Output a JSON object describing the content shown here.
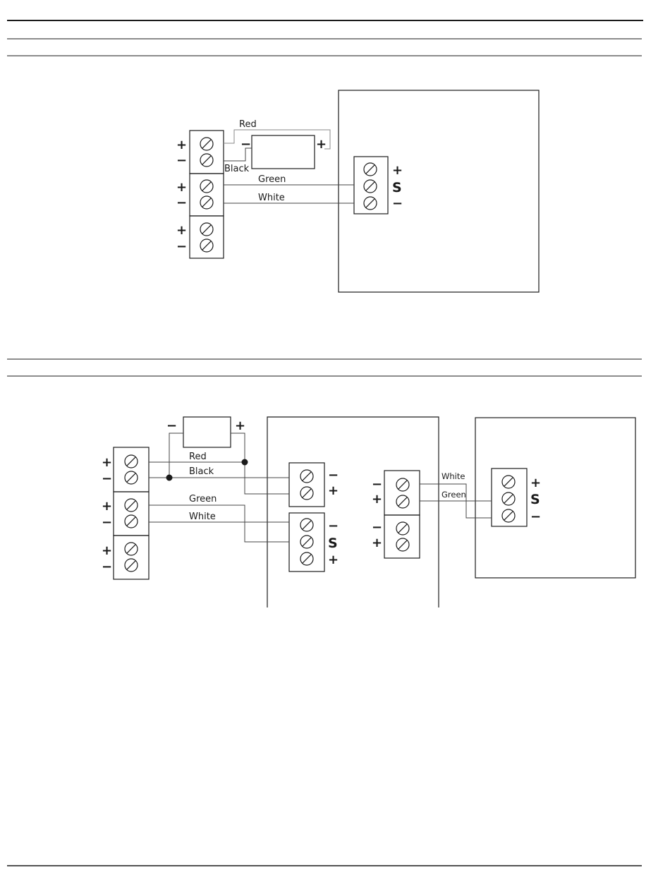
{
  "diagram1": {
    "wires": {
      "red": "Red",
      "black": "Black",
      "green": "Green",
      "white": "White"
    },
    "signs": {
      "plus": "+",
      "minus": "−",
      "signal": "S"
    }
  },
  "diagram2": {
    "wires": {
      "red": "Red",
      "black": "Black",
      "green": "Green",
      "white": "White",
      "white_right": "White",
      "green_right": "Green"
    },
    "signs": {
      "plus": "+",
      "minus": "−",
      "signal": "S"
    }
  },
  "colors": {
    "ink": "#1a1a1a",
    "wire": "#444444",
    "red_wire": "#8a8a8a",
    "background": "#ffffff"
  }
}
